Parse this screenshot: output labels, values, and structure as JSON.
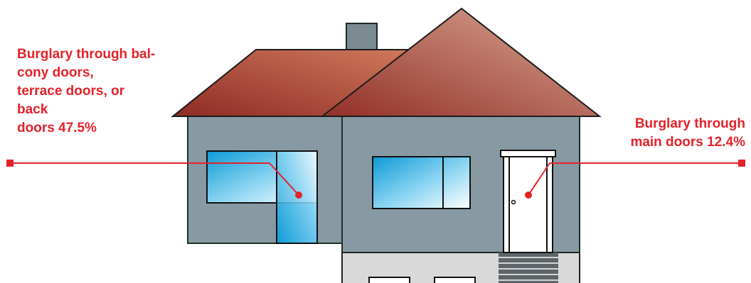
{
  "annotations": {
    "left": {
      "lines": [
        "Burglary through bal-",
        "cony doors,",
        "terrace doors, or",
        "back",
        "doors 47.5%"
      ]
    },
    "right": {
      "lines": [
        "Burglary through",
        "main doors 12.4%"
      ]
    }
  },
  "colors": {
    "accent": "#e4222a",
    "wall": "#8799a3",
    "roof": "#a8403a",
    "basement": "#d9d9d9",
    "window_glass": "#2eb0e0"
  }
}
